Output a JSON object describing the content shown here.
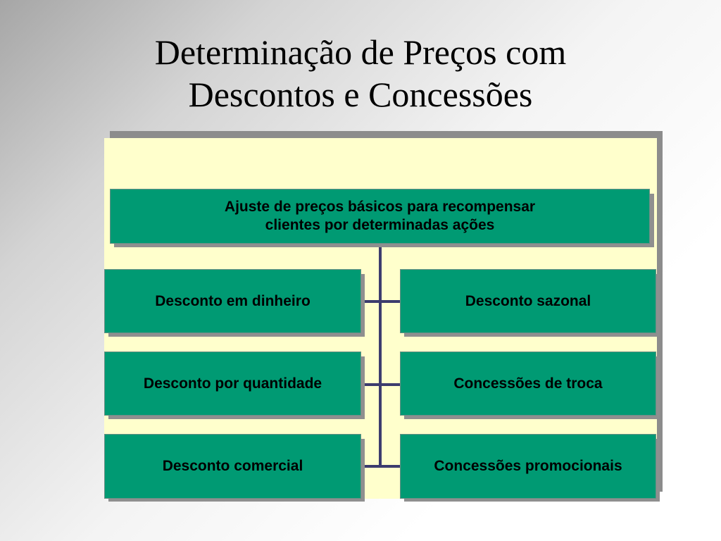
{
  "title": {
    "line1": "Determinação de Preços com",
    "line2": "Descontos e Concessões"
  },
  "diagram": {
    "root": {
      "line1": "Ajuste de preços básicos para recompensar",
      "line2": "clientes por determinadas ações"
    },
    "left": [
      "Desconto em dinheiro",
      "Desconto por quantidade",
      "Desconto comercial"
    ],
    "right": [
      "Desconto sazonal",
      "Concessões de troca",
      "Concessões promocionais"
    ]
  },
  "colors": {
    "box_fill": "#009a73",
    "panel_fill": "#ffffcc",
    "connector": "#3c3c6e"
  }
}
